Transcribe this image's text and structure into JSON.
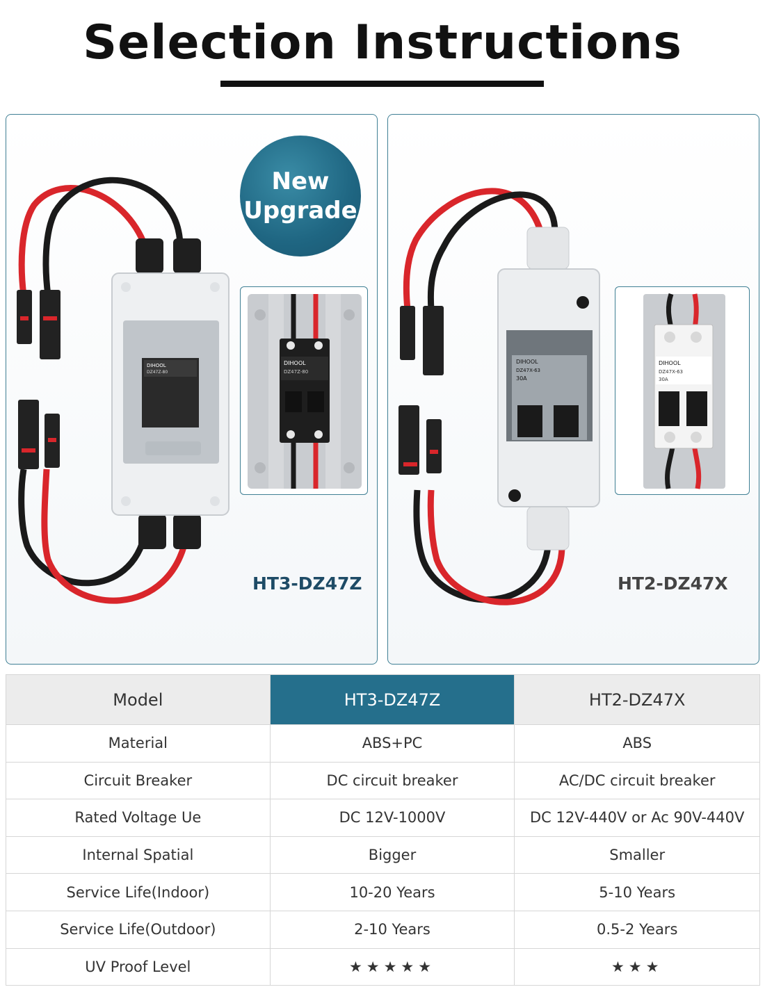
{
  "title": "Selection Instructions",
  "badge": {
    "line1": "New",
    "line2": "Upgrade"
  },
  "products": [
    {
      "label": "HT3-DZ47Z",
      "breaker_brand": "DIHOOL",
      "breaker_model": "DZ47Z-80"
    },
    {
      "label": "HT2-DZ47X",
      "breaker_brand": "DIHOOL",
      "breaker_model": "DZ47X-63",
      "breaker_rating": "30A"
    }
  ],
  "table": {
    "headers": [
      "Model",
      "HT3-DZ47Z",
      "HT2-DZ47X"
    ],
    "rows": [
      [
        "Material",
        "ABS+PC",
        "ABS"
      ],
      [
        "Circuit Breaker",
        "DC circuit breaker",
        "AC/DC circuit breaker"
      ],
      [
        "Rated Voltage Ue",
        "DC 12V-1000V",
        "DC 12V-440V or Ac 90V-440V"
      ],
      [
        "Internal Spatial",
        "Bigger",
        "Smaller"
      ],
      [
        "Service Life(Indoor)",
        "10-20 Years",
        "5-10 Years"
      ],
      [
        "Service Life(Outdoor)",
        "2-10 Years",
        "0.5-2 Years"
      ],
      [
        "UV Proof Level",
        "★★★★★",
        "★★★"
      ]
    ],
    "uv_ratings": [
      5,
      3
    ]
  },
  "colors": {
    "accent": "#256f8c",
    "badge": "#1f6682",
    "star": "#f4b400",
    "wire_red": "#d9262b",
    "wire_black": "#1a1a1a"
  }
}
